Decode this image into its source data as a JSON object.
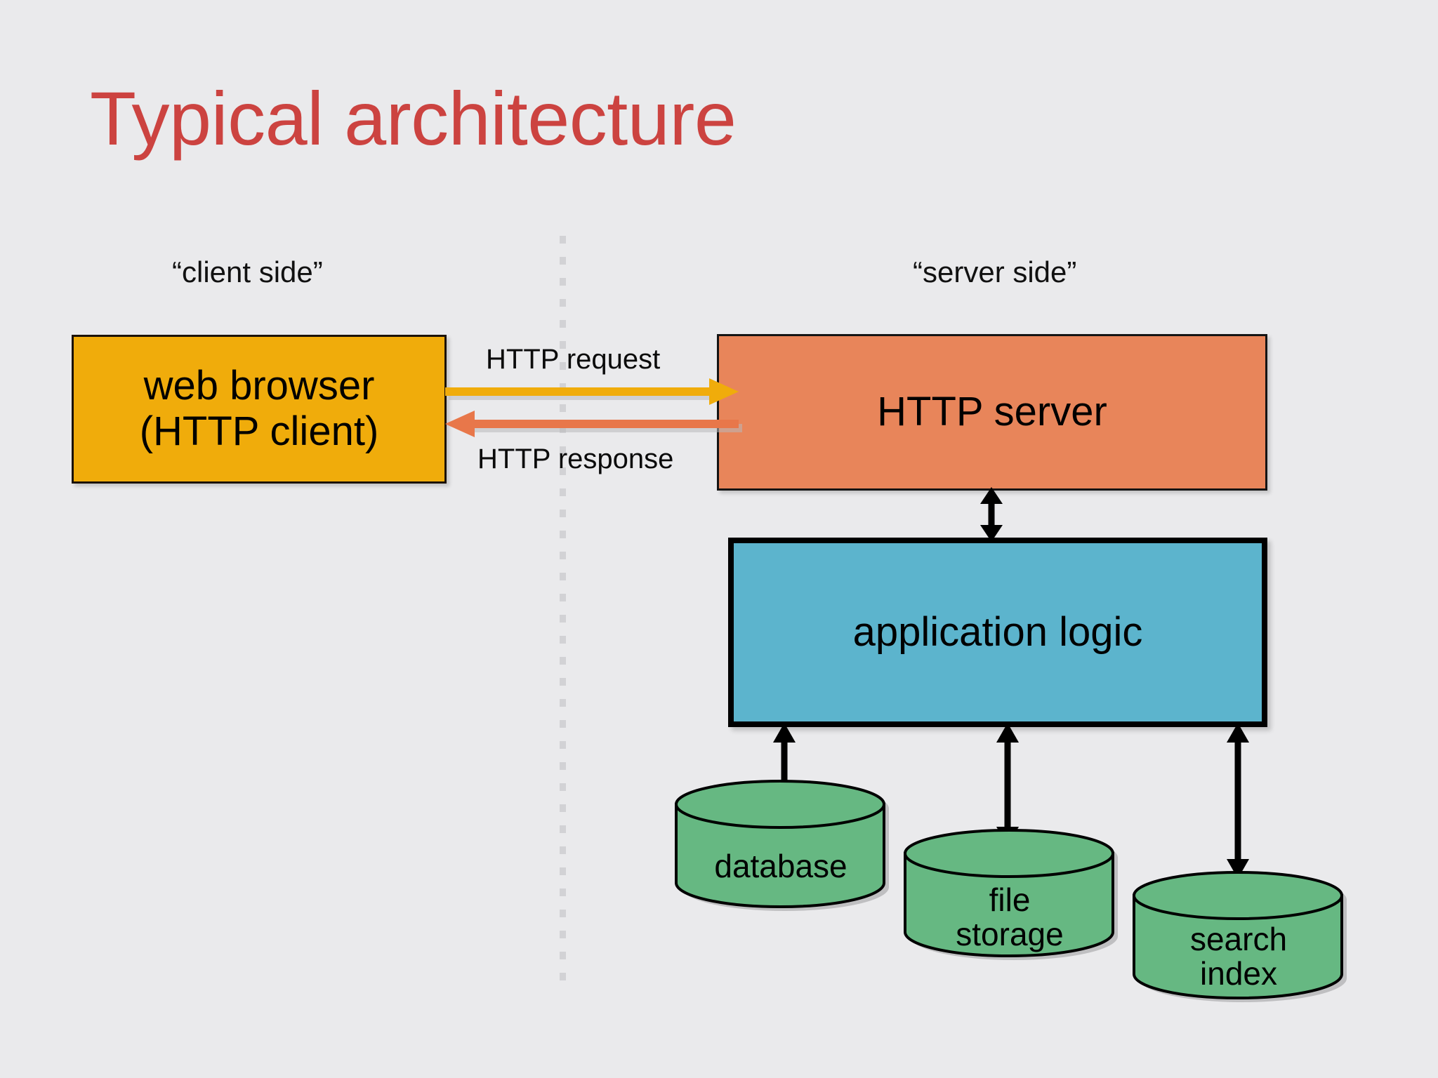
{
  "slide": {
    "title": "Typical architecture",
    "background_color": "#eaeaec",
    "title_color": "#cc4340"
  },
  "captions": {
    "client": "“client side”",
    "server": "“server side”"
  },
  "boxes": {
    "browser": {
      "label": "web browser\n(HTTP client)",
      "color": "#f0ac0b"
    },
    "http_server": {
      "label": "HTTP server",
      "color": "#e8855a"
    },
    "application_logic": {
      "label": "application logic",
      "color": "#5cb4cd"
    }
  },
  "arrows": {
    "http_request": {
      "label": "HTTP request",
      "color": "#f0ac0b",
      "direction": "right"
    },
    "http_response": {
      "label": "HTTP response",
      "color": "#e8774a",
      "direction": "left"
    },
    "server_to_logic": {
      "color": "#000000",
      "direction": "both"
    },
    "logic_to_database": {
      "color": "#000000",
      "direction": "both"
    },
    "logic_to_file_storage": {
      "color": "#000000",
      "direction": "both"
    },
    "logic_to_search_index": {
      "color": "#000000",
      "direction": "both"
    }
  },
  "stores": [
    {
      "name": "database",
      "label": "database",
      "color": "#66b882"
    },
    {
      "name": "file-storage",
      "label": "file\nstorage",
      "color": "#66b882"
    },
    {
      "name": "search-index",
      "label": "search\nindex",
      "color": "#66b882"
    }
  ],
  "divider": {
    "style": "dotted",
    "color": "#d2d2d5"
  }
}
